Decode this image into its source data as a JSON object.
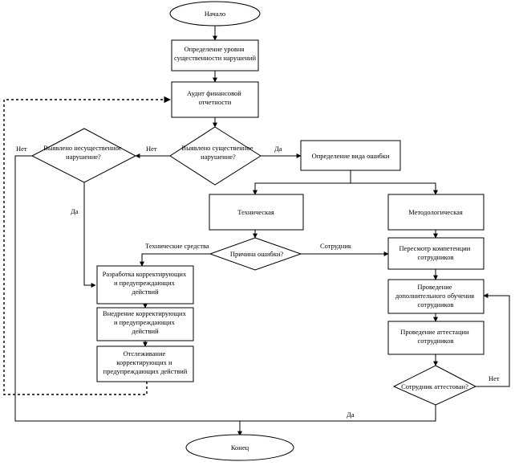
{
  "nodes": {
    "start": "Начало",
    "materiality": [
      "Определение уровня",
      "существенности нарушений"
    ],
    "audit": [
      "Аудит финансовой",
      "отчетности"
    ],
    "material_q": [
      "Выявлено существенное",
      "нарушение?"
    ],
    "nonmaterial_q": [
      "Выявлено несущественное",
      "нарушение?"
    ],
    "error_type": "Определение вида ошибки",
    "technical": "Техническая",
    "methodological": "Методологическая",
    "cause_q": "Причина ошибки?",
    "develop": [
      "Разработка корректирующих",
      "и предупреждающих",
      "действий"
    ],
    "implement": [
      "Внедрение корректирующих",
      "и предупреждающих",
      "действий"
    ],
    "monitor": [
      "Отслеживание",
      "корректирующих и",
      "предупреждающих действий"
    ],
    "review": [
      "Пересмотр компетенции",
      "сотрудников"
    ],
    "training": [
      "Проведение",
      "дополнительного обучения",
      "сотрудников"
    ],
    "certification": [
      "Проведение аттестации",
      "сотрудников"
    ],
    "certified_q": "Сотрудник аттестован?",
    "end": "Конец"
  },
  "edge_labels": {
    "material_yes": "Да",
    "material_no": "Нет",
    "nonmaterial_yes": "Да",
    "nonmaterial_no": "Нет",
    "cause_technical": "Технические средства",
    "cause_employee": "Сотрудник",
    "certified_yes": "Да",
    "certified_no": "Нет"
  }
}
